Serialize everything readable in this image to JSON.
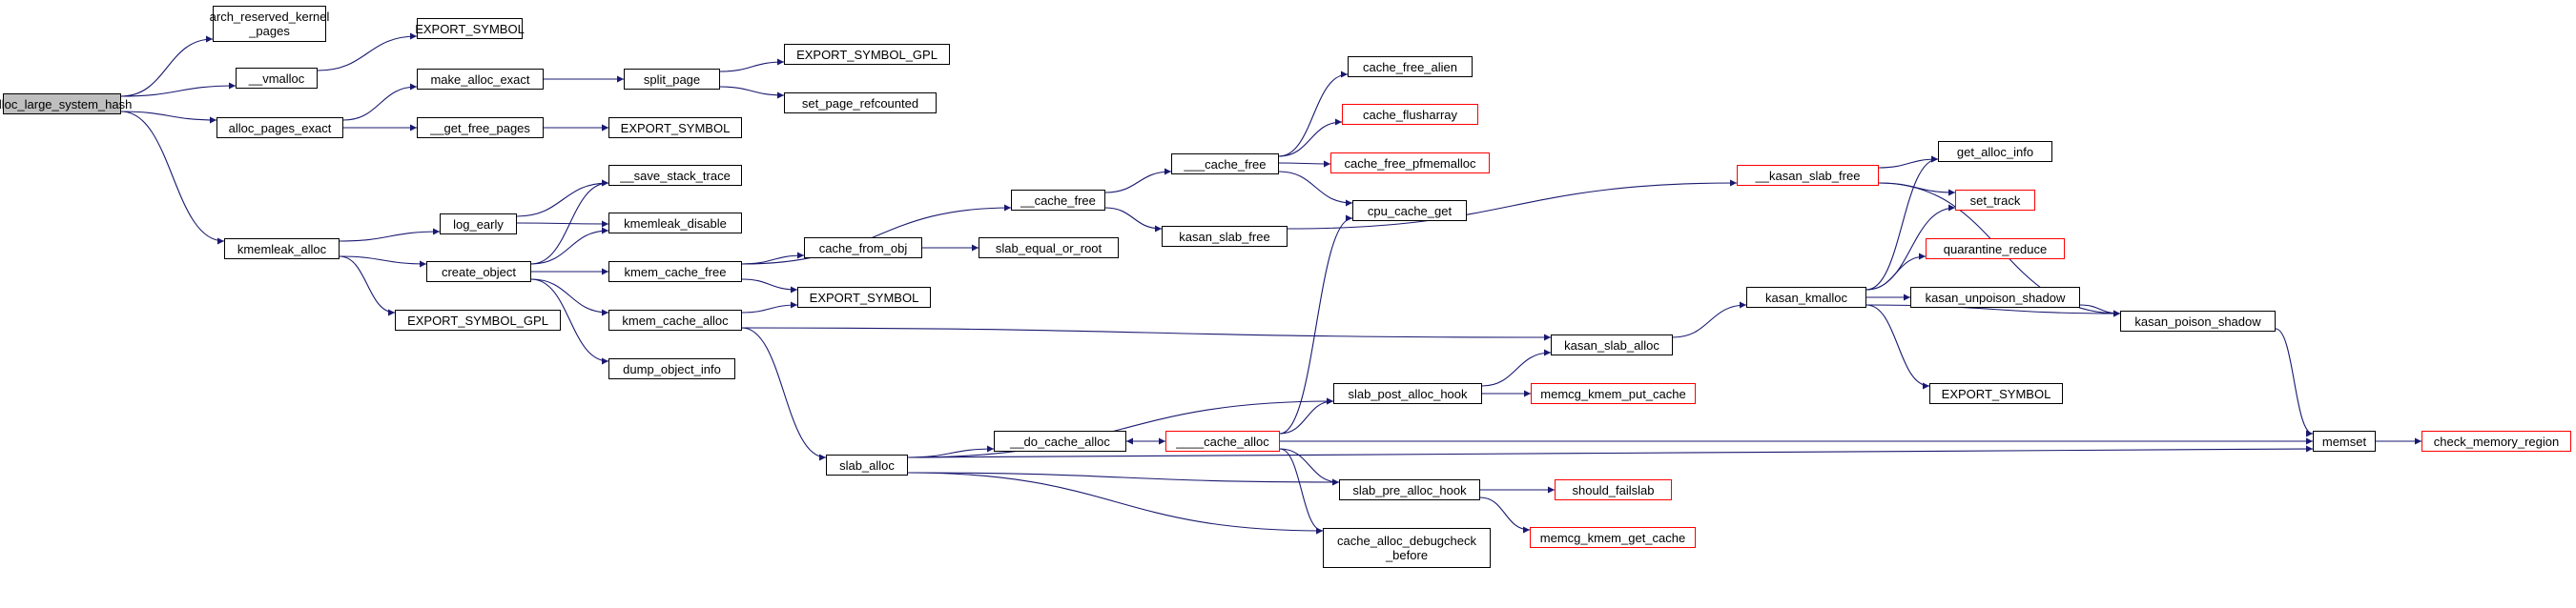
{
  "graph": {
    "edge_color": "#191970",
    "node_fill": "#ffffff",
    "root_fill": "#bfbfbf",
    "truncated_border": "#ff0000",
    "nodes": [
      {
        "id": "alloc_large_system_hash",
        "label": "alloc_large_system_hash"
      },
      {
        "id": "arch_reserved_kernel_pages",
        "label": "arch_reserved_kernel\n_pages"
      },
      {
        "id": "vmalloc",
        "label": "__vmalloc"
      },
      {
        "id": "export_symbol_1",
        "label": "EXPORT_SYMBOL"
      },
      {
        "id": "alloc_pages_exact",
        "label": "alloc_pages_exact"
      },
      {
        "id": "make_alloc_exact",
        "label": "make_alloc_exact"
      },
      {
        "id": "get_free_pages",
        "label": "__get_free_pages"
      },
      {
        "id": "export_symbol_2",
        "label": "EXPORT_SYMBOL"
      },
      {
        "id": "split_page",
        "label": "split_page"
      },
      {
        "id": "export_symbol_gpl_1",
        "label": "EXPORT_SYMBOL_GPL"
      },
      {
        "id": "set_page_refcounted",
        "label": "set_page_refcounted"
      },
      {
        "id": "kmemleak_alloc",
        "label": "kmemleak_alloc"
      },
      {
        "id": "log_early",
        "label": "log_early"
      },
      {
        "id": "create_object",
        "label": "create_object"
      },
      {
        "id": "export_symbol_gpl_2",
        "label": "EXPORT_SYMBOL_GPL"
      },
      {
        "id": "save_stack_trace",
        "label": "__save_stack_trace"
      },
      {
        "id": "kmemleak_disable",
        "label": "kmemleak_disable"
      },
      {
        "id": "kmem_cache_free",
        "label": "kmem_cache_free"
      },
      {
        "id": "kmem_cache_alloc",
        "label": "kmem_cache_alloc"
      },
      {
        "id": "dump_object_info",
        "label": "dump_object_info"
      },
      {
        "id": "cache_from_obj",
        "label": "cache_from_obj"
      },
      {
        "id": "slab_equal_or_root",
        "label": "slab_equal_or_root"
      },
      {
        "id": "export_symbol_3",
        "label": "EXPORT_SYMBOL"
      },
      {
        "id": "cache_free_2u",
        "label": "__cache_free"
      },
      {
        "id": "cache_free_3u",
        "label": "___cache_free"
      },
      {
        "id": "kasan_slab_free",
        "label": "kasan_slab_free"
      },
      {
        "id": "cache_free_alien",
        "label": "cache_free_alien"
      },
      {
        "id": "cache_flusharray",
        "label": "cache_flusharray"
      },
      {
        "id": "cache_free_pfmemalloc",
        "label": "cache_free_pfmemalloc"
      },
      {
        "id": "cpu_cache_get",
        "label": "cpu_cache_get"
      },
      {
        "id": "slab_alloc",
        "label": "slab_alloc"
      },
      {
        "id": "do_cache_alloc",
        "label": "__do_cache_alloc"
      },
      {
        "id": "cache_alloc_3u",
        "label": "____cache_alloc"
      },
      {
        "id": "slab_post_alloc_hook",
        "label": "slab_post_alloc_hook"
      },
      {
        "id": "memcg_kmem_put_cache",
        "label": "memcg_kmem_put_cache"
      },
      {
        "id": "slab_pre_alloc_hook",
        "label": "slab_pre_alloc_hook"
      },
      {
        "id": "should_failslab",
        "label": "should_failslab"
      },
      {
        "id": "memcg_kmem_get_cache",
        "label": "memcg_kmem_get_cache"
      },
      {
        "id": "cache_alloc_debugcheck_before",
        "label": "cache_alloc_debugcheck\n_before"
      },
      {
        "id": "kasan_slab_alloc",
        "label": "kasan_slab_alloc"
      },
      {
        "id": "kasan_slab_free_2u",
        "label": "__kasan_slab_free"
      },
      {
        "id": "kasan_kmalloc",
        "label": "kasan_kmalloc"
      },
      {
        "id": "get_alloc_info",
        "label": "get_alloc_info"
      },
      {
        "id": "set_track",
        "label": "set_track"
      },
      {
        "id": "quarantine_reduce",
        "label": "quarantine_reduce"
      },
      {
        "id": "kasan_unpoison_shadow",
        "label": "kasan_unpoison_shadow"
      },
      {
        "id": "kasan_poison_shadow",
        "label": "kasan_poison_shadow"
      },
      {
        "id": "export_symbol_4",
        "label": "EXPORT_SYMBOL"
      },
      {
        "id": "memset",
        "label": "memset"
      },
      {
        "id": "check_memory_region",
        "label": "check_memory_region"
      }
    ],
    "edges": [
      [
        "alloc_large_system_hash",
        "arch_reserved_kernel_pages"
      ],
      [
        "alloc_large_system_hash",
        "vmalloc"
      ],
      [
        "alloc_large_system_hash",
        "alloc_pages_exact"
      ],
      [
        "alloc_large_system_hash",
        "kmemleak_alloc"
      ],
      [
        "vmalloc",
        "export_symbol_1"
      ],
      [
        "alloc_pages_exact",
        "make_alloc_exact"
      ],
      [
        "alloc_pages_exact",
        "get_free_pages"
      ],
      [
        "alloc_pages_exact",
        "export_symbol_2"
      ],
      [
        "make_alloc_exact",
        "split_page"
      ],
      [
        "get_free_pages",
        "export_symbol_2"
      ],
      [
        "split_page",
        "export_symbol_gpl_1"
      ],
      [
        "split_page",
        "set_page_refcounted"
      ],
      [
        "kmemleak_alloc",
        "log_early"
      ],
      [
        "kmemleak_alloc",
        "create_object"
      ],
      [
        "kmemleak_alloc",
        "export_symbol_gpl_2"
      ],
      [
        "log_early",
        "save_stack_trace"
      ],
      [
        "log_early",
        "kmemleak_disable"
      ],
      [
        "create_object",
        "save_stack_trace"
      ],
      [
        "create_object",
        "kmemleak_disable"
      ],
      [
        "create_object",
        "kmem_cache_free"
      ],
      [
        "create_object",
        "kmem_cache_alloc"
      ],
      [
        "create_object",
        "dump_object_info"
      ],
      [
        "kmem_cache_free",
        "cache_from_obj"
      ],
      [
        "kmem_cache_free",
        "export_symbol_3"
      ],
      [
        "kmem_cache_free",
        "cache_free_2u"
      ],
      [
        "cache_from_obj",
        "slab_equal_or_root"
      ],
      [
        "kmem_cache_alloc",
        "export_symbol_3"
      ],
      [
        "kmem_cache_alloc",
        "slab_alloc"
      ],
      [
        "kmem_cache_alloc",
        "kasan_slab_alloc"
      ],
      [
        "cache_free_2u",
        "cache_free_3u"
      ],
      [
        "cache_free_2u",
        "kasan_slab_free"
      ],
      [
        "cache_free_3u",
        "cache_free_alien"
      ],
      [
        "cache_free_3u",
        "cache_flusharray"
      ],
      [
        "cache_free_3u",
        "cache_free_pfmemalloc"
      ],
      [
        "cache_free_3u",
        "cpu_cache_get"
      ],
      [
        "kasan_slab_free",
        "kasan_slab_free_2u"
      ],
      [
        "slab_alloc",
        "do_cache_alloc"
      ],
      [
        "slab_alloc",
        "slab_post_alloc_hook"
      ],
      [
        "slab_alloc",
        "slab_pre_alloc_hook"
      ],
      [
        "slab_alloc",
        "cache_alloc_debugcheck_before"
      ],
      [
        "slab_alloc",
        "memset"
      ],
      [
        "do_cache_alloc",
        "cache_alloc_3u"
      ],
      [
        "cache_alloc_3u",
        "do_cache_alloc"
      ],
      [
        "cache_alloc_3u",
        "cpu_cache_get"
      ],
      [
        "cache_alloc_3u",
        "slab_post_alloc_hook"
      ],
      [
        "cache_alloc_3u",
        "slab_pre_alloc_hook"
      ],
      [
        "cache_alloc_3u",
        "cache_alloc_debugcheck_before"
      ],
      [
        "cache_alloc_3u",
        "memset"
      ],
      [
        "slab_post_alloc_hook",
        "memcg_kmem_put_cache"
      ],
      [
        "slab_post_alloc_hook",
        "kasan_slab_alloc"
      ],
      [
        "slab_pre_alloc_hook",
        "should_failslab"
      ],
      [
        "slab_pre_alloc_hook",
        "memcg_kmem_get_cache"
      ],
      [
        "kasan_slab_alloc",
        "kasan_kmalloc"
      ],
      [
        "kasan_slab_free_2u",
        "get_alloc_info"
      ],
      [
        "kasan_slab_free_2u",
        "set_track"
      ],
      [
        "kasan_slab_free_2u",
        "kasan_poison_shadow"
      ],
      [
        "kasan_kmalloc",
        "get_alloc_info"
      ],
      [
        "kasan_kmalloc",
        "set_track"
      ],
      [
        "kasan_kmalloc",
        "quarantine_reduce"
      ],
      [
        "kasan_kmalloc",
        "kasan_unpoison_shadow"
      ],
      [
        "kasan_kmalloc",
        "kasan_poison_shadow"
      ],
      [
        "kasan_kmalloc",
        "export_symbol_4"
      ],
      [
        "kasan_unpoison_shadow",
        "kasan_poison_shadow"
      ],
      [
        "kasan_poison_shadow",
        "memset"
      ],
      [
        "memset",
        "check_memory_region"
      ]
    ]
  }
}
